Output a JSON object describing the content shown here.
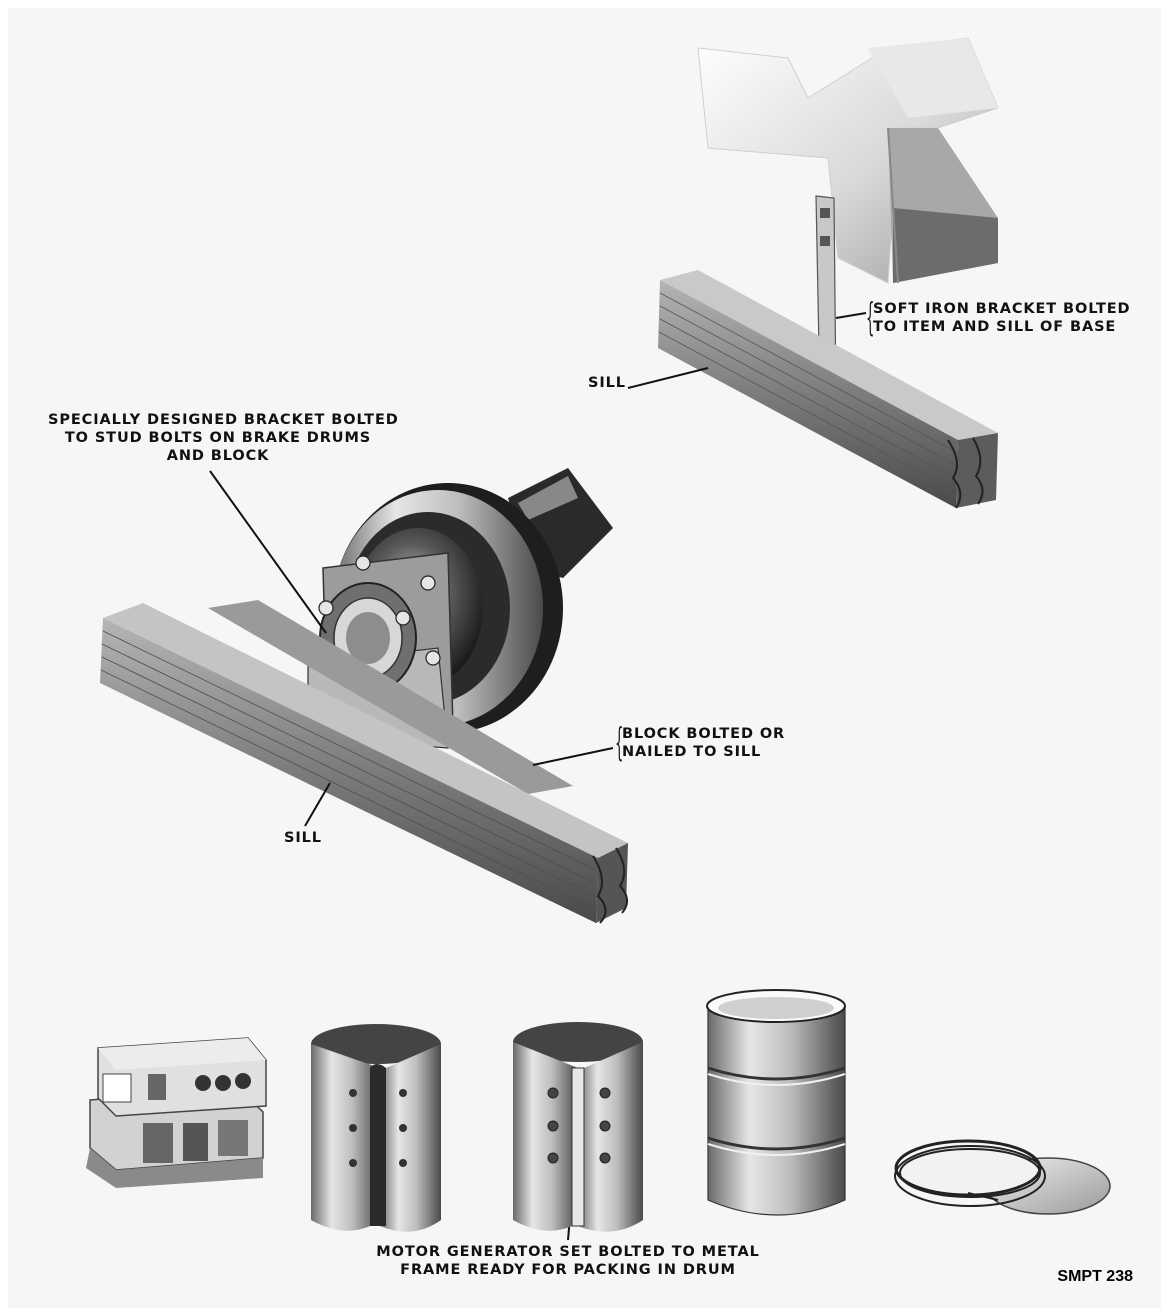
{
  "labels": {
    "bracket_bolted_top": [
      "SOFT IRON BRACKET BOLTED",
      "TO ITEM AND SILL OF BASE"
    ],
    "sill_top": "SILL",
    "specially_designed": [
      "SPECIALLY DESIGNED BRACKET BOLTED",
      "TO STUD BOLTS ON BRAKE DRUMS",
      "AND BLOCK"
    ],
    "block_bolted": [
      "BLOCK BOLTED OR",
      "NAILED TO SILL"
    ],
    "sill_middle": "SILL",
    "motor_generator": [
      "MOTOR GENERATOR SET BOLTED TO METAL",
      "FRAME READY FOR PACKING IN DRUM"
    ]
  },
  "figure_code": "SMPT 238",
  "illustrations": [
    "steel-beam-item",
    "soft-iron-bracket",
    "top-sill",
    "brake-drum-assembly",
    "middle-sill",
    "motor-generator-set",
    "metal-frame",
    "frame-with-generator",
    "steel-drum",
    "drum-lid-and-ring"
  ]
}
